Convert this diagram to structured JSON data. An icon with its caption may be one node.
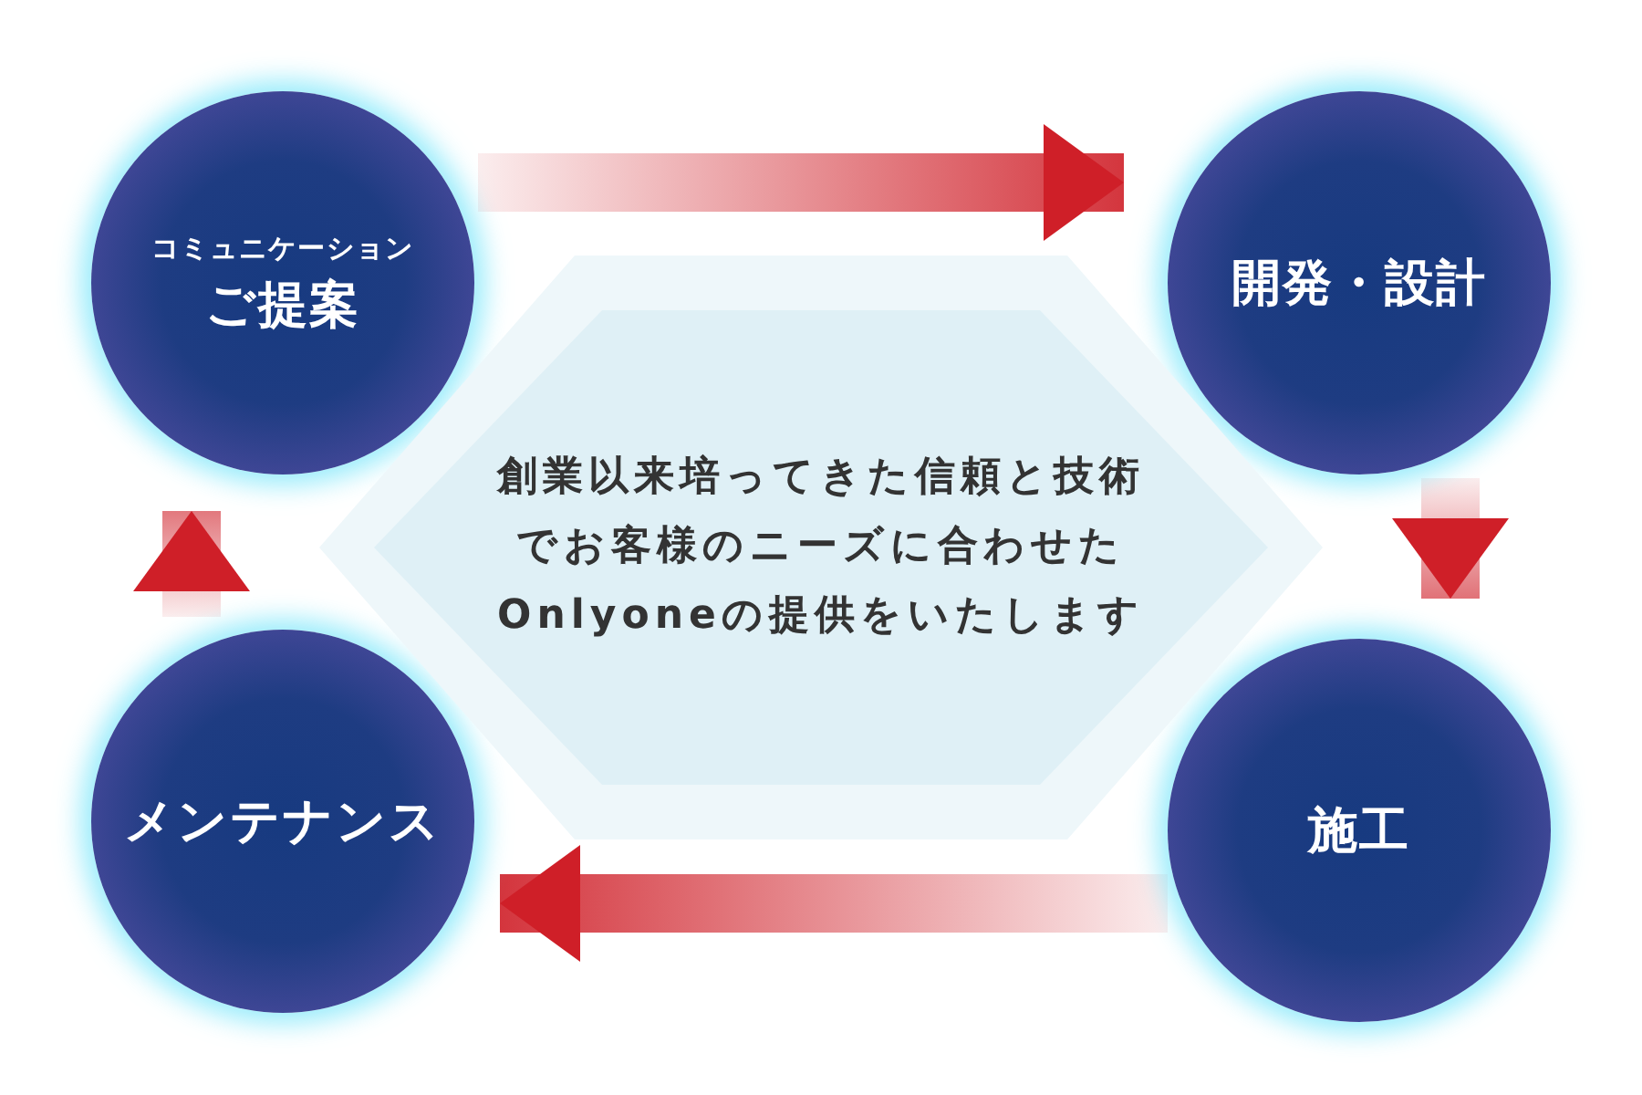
{
  "diagram": {
    "nodes": [
      {
        "text": [
          "コミュニケーション",
          "ご提案"
        ]
      },
      {
        "text": [
          "開発・設計"
        ]
      },
      {
        "text": [
          "施工"
        ]
      },
      {
        "text": [
          "メンテナンス"
        ]
      },
      {
        "text": [
          "創業以来培ってきた信頼と技術でお客様のニーズに合わせたOnlyoneの提供をいたします"
        ]
      }
    ],
    "edges": [
      {
        "from": 0,
        "to": 1,
        "arrow": "to"
      },
      {
        "from": 1,
        "to": 2,
        "arrow": "to"
      },
      {
        "from": 2,
        "to": 3,
        "arrow": "to"
      },
      {
        "from": 3,
        "to": 0,
        "arrow": "to"
      }
    ]
  }
}
